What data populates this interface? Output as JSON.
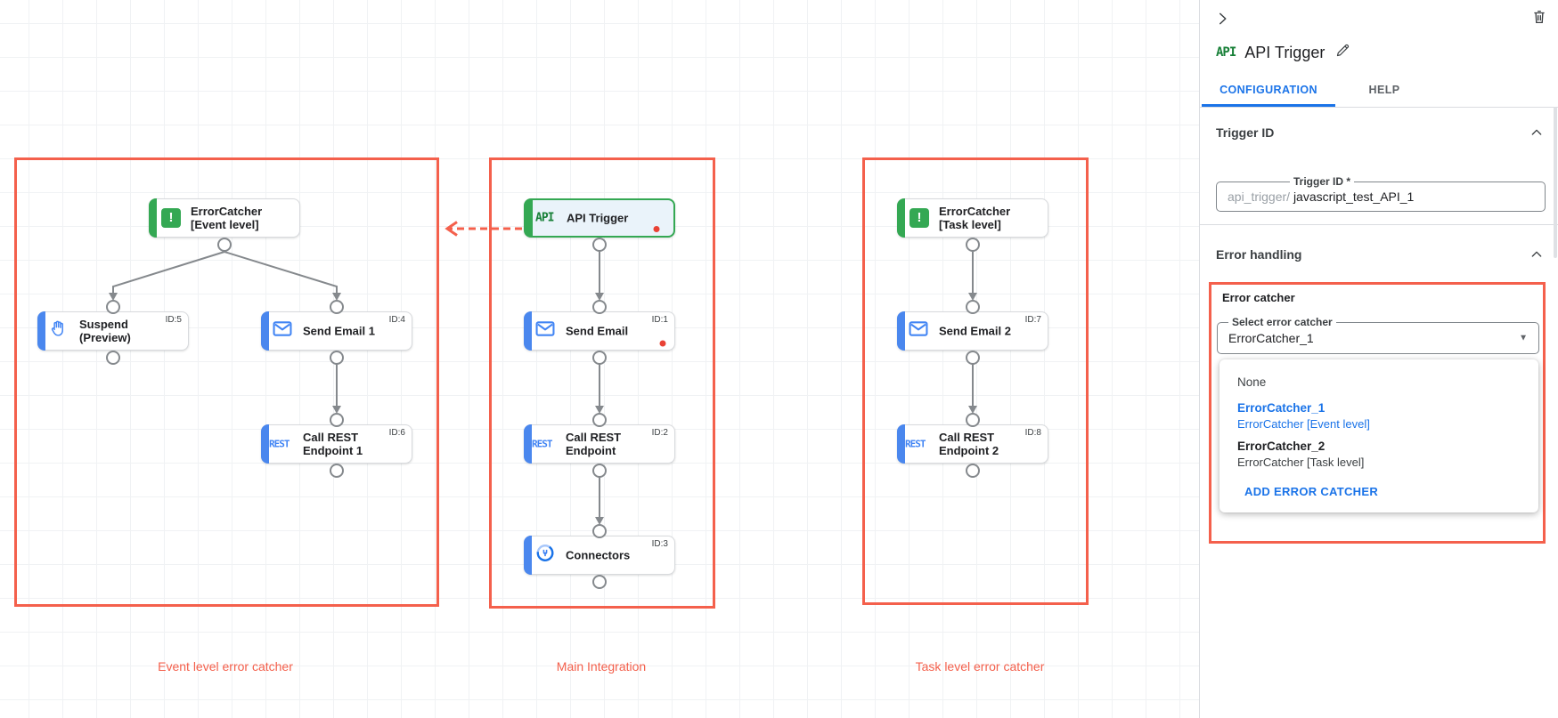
{
  "canvas": {
    "groups": [
      {
        "label": "Event level error catcher"
      },
      {
        "label": "Main Integration"
      },
      {
        "label": "Task level error catcher"
      }
    ],
    "nodes": [
      {
        "line1": "ErrorCatcher",
        "line2": "[Event level]",
        "icon": "error-catcher-icon",
        "icon_text": "!"
      },
      {
        "line1": "Suspend",
        "line2": "(Preview)",
        "badge": "ID:5",
        "icon": "hand-icon"
      },
      {
        "line1": "Send Email 1",
        "badge": "ID:4",
        "icon": "email-icon"
      },
      {
        "line1": "Call REST",
        "line2": "Endpoint 1",
        "badge": "ID:6",
        "icon": "rest-icon",
        "icon_text": "REST"
      },
      {
        "line1": "API Trigger",
        "icon": "api-icon",
        "icon_text": "API"
      },
      {
        "line1": "Send Email",
        "badge": "ID:1",
        "icon": "email-icon"
      },
      {
        "line1": "Call REST",
        "line2": "Endpoint",
        "badge": "ID:2",
        "icon": "rest-icon",
        "icon_text": "REST"
      },
      {
        "line1": "Connectors",
        "badge": "ID:3",
        "icon": "connectors-icon"
      },
      {
        "line1": "ErrorCatcher",
        "line2": "[Task level]",
        "icon": "error-catcher-icon",
        "icon_text": "!"
      },
      {
        "line1": "Send Email 2",
        "badge": "ID:7",
        "icon": "email-icon"
      },
      {
        "line1": "Call REST",
        "line2": "Endpoint 2",
        "badge": "ID:8",
        "icon": "rest-icon",
        "icon_text": "REST"
      }
    ]
  },
  "panel": {
    "title": "API Trigger",
    "title_icon_text": "API",
    "tabs": [
      {
        "label": "CONFIGURATION"
      },
      {
        "label": "HELP"
      }
    ],
    "sections": {
      "trigger_id": {
        "header": "Trigger ID",
        "field_label": "Trigger ID *",
        "field_prefix": "api_trigger/",
        "field_value": "javascript_test_API_1"
      },
      "error_handling": {
        "header": "Error handling",
        "group_label": "Error catcher",
        "select_label": "Select error catcher",
        "select_value": "ErrorCatcher_1",
        "menu": {
          "none_label": "None",
          "options": [
            {
              "name": "ErrorCatcher_1",
              "desc": "ErrorCatcher [Event level]"
            },
            {
              "name": "ErrorCatcher_2",
              "desc": "ErrorCatcher [Task level]"
            }
          ],
          "add_label": "ADD ERROR CATCHER"
        }
      }
    }
  },
  "colors": {
    "annotation_red": "#f4604c",
    "status_dot_red": "#e94235",
    "green": "#34a853",
    "blue": "#4285f4",
    "link_blue": "#1a73e8"
  }
}
